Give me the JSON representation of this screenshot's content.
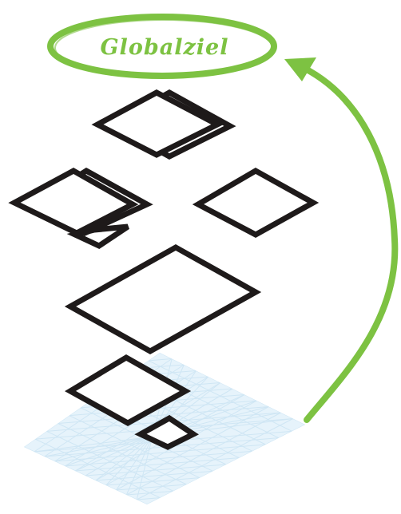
{
  "goal": {
    "label": "Globalziel"
  },
  "colors": {
    "accent": "#7dc242",
    "outline": "#1e1a1a",
    "grid_fill": "#e6f3fb",
    "grid_lines": "#cfe6f4"
  },
  "elements": [
    {
      "name": "goal-oval"
    },
    {
      "name": "feedback-arrow"
    },
    {
      "name": "isometric-grid-plane"
    },
    {
      "name": "stacked-diamond-top"
    },
    {
      "name": "stacked-diamond-left"
    },
    {
      "name": "diamond-right"
    },
    {
      "name": "diamond-large-center"
    },
    {
      "name": "diamond-lower"
    },
    {
      "name": "diamond-small-bottom"
    }
  ]
}
